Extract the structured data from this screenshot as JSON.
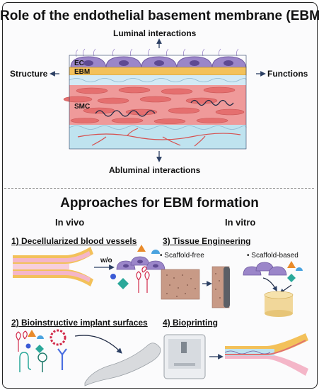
{
  "title": "Role of the endothelial basement membrane (EBM)",
  "labels": {
    "luminal": "Luminal interactions",
    "abluminal": "Abluminal interactions",
    "structure": "Structure",
    "functions": "Functions",
    "ec": "EC",
    "ebm": "EBM",
    "smc": "SMC"
  },
  "approaches": {
    "title": "Approaches for EBM formation",
    "in_vivo": "In vivo",
    "in_vitro": "In vitro",
    "items": [
      {
        "label": "1) Decellularized blood vessels"
      },
      {
        "label": "2) Bioinstructive implant surfaces"
      },
      {
        "label": "3) Tissue Engineering"
      },
      {
        "label": "4) Bioprinting"
      }
    ],
    "without": "w/o",
    "scaffold_free": "• Scaffold-free",
    "scaffold_based": "• Scaffold-based"
  },
  "colors": {
    "ec_cell": "#9b86c9",
    "ebm_layer": "#f3c15a",
    "smc_layer": "#ef9a9a",
    "adventitia": "#bfe3ef",
    "arrow": "#2b3f63",
    "scaffold": "#c89a86"
  }
}
